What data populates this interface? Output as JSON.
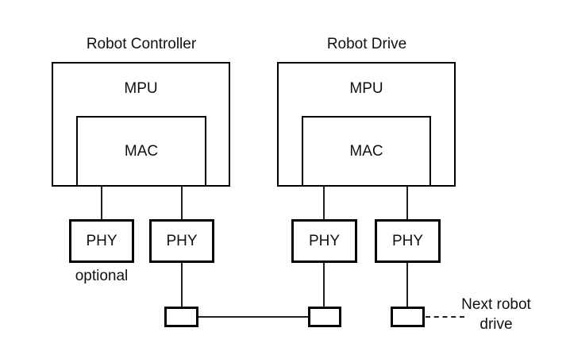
{
  "controller": {
    "title": "Robot Controller",
    "mpu_label": "MPU",
    "mac_label": "MAC",
    "phy_left_label": "PHY",
    "phy_right_label": "PHY",
    "optional_label": "optional"
  },
  "drive": {
    "title": "Robot Drive",
    "mpu_label": "MPU",
    "mac_label": "MAC",
    "phy_left_label": "PHY",
    "phy_right_label": "PHY"
  },
  "next_drive": {
    "line1": "Next robot",
    "line2": "drive"
  },
  "colors": {
    "background": "#ffffff",
    "box_border": "#000000",
    "wire": "#1f1f1f",
    "text": "#111111"
  }
}
